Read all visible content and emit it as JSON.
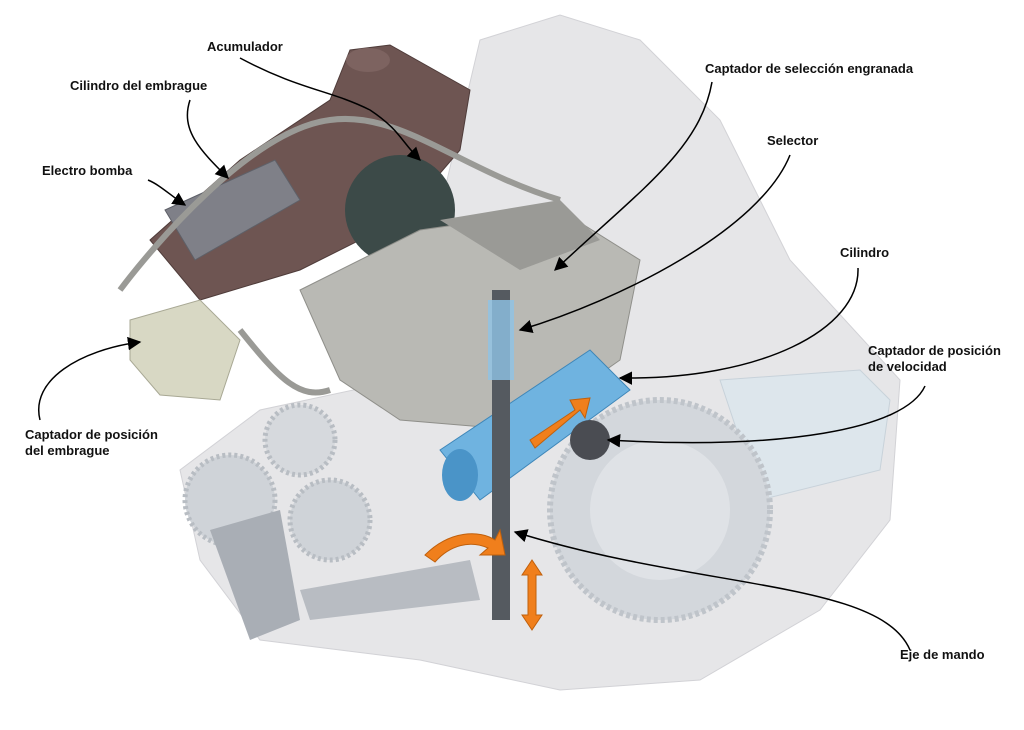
{
  "title": "Caja de cambios pilotada - componentes",
  "labels": {
    "acumulador": "Acumulador",
    "cilindro_embrague": "Cilindro del embrague",
    "electro_bomba": "Electro bomba",
    "captador_embrague_l1": "Captador de posición",
    "captador_embrague_l2": "del embrague",
    "captador_seleccion": "Captador de selección engranada",
    "selector": "Selector",
    "cilindro": "Cilindro",
    "captador_velocidad_l1": "Captador de posición",
    "captador_velocidad_l2": "de velocidad",
    "eje_mando": "Eje de mando"
  },
  "colors": {
    "housing": "#e6e6e8",
    "reservoir": "#6e5552",
    "accumulator": "#3c4a48",
    "body": "#b9b9b4",
    "cylinder": "#6fb3e0",
    "arrow": "#f07f1c",
    "gear": "#cfd3d8"
  }
}
